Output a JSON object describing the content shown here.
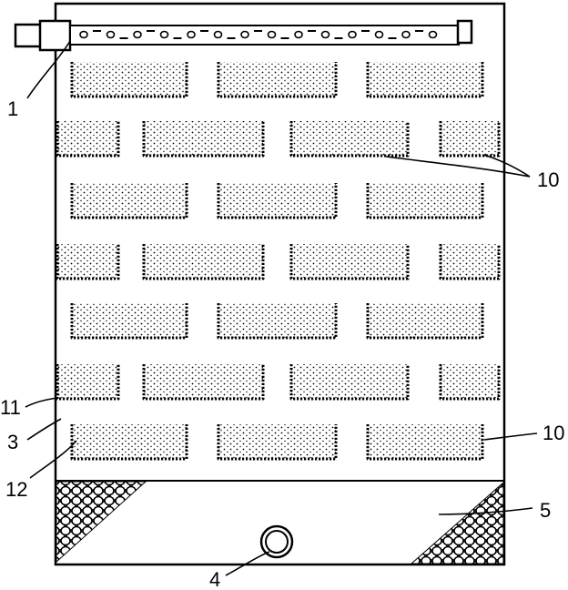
{
  "labels": {
    "pipe": "1",
    "wall": "3",
    "outlet": "4",
    "gravel": "5",
    "media_top": "10",
    "media_right": "10",
    "cup_edge": "11",
    "media_fill": "12"
  }
}
